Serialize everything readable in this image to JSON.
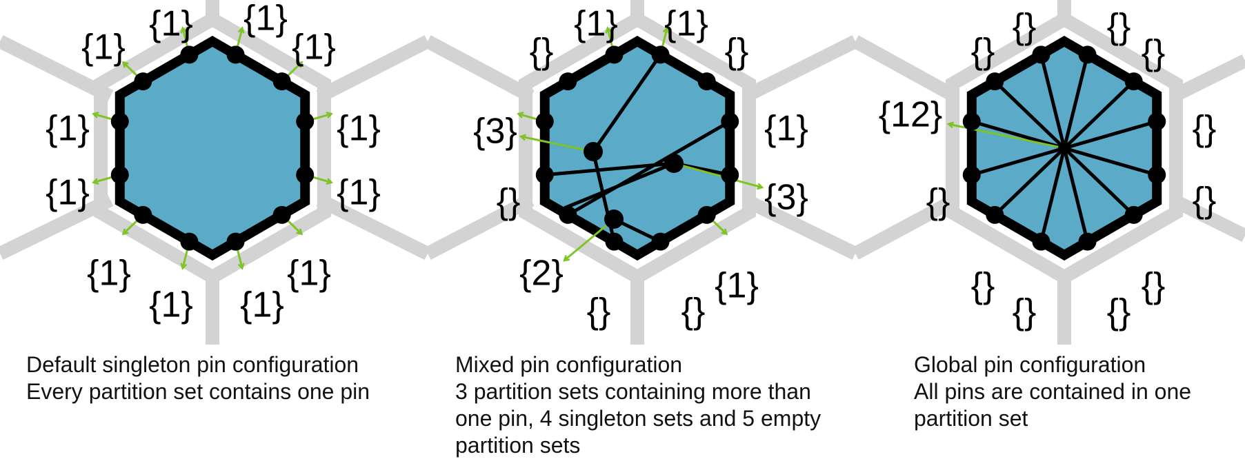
{
  "colors": {
    "hex_fill": "#5aaac8",
    "hex_outline": "#000000",
    "grid": "#d3d3d3",
    "arrow": "#7ec426",
    "pin": "#000000"
  },
  "panels": [
    {
      "caption_title": "Default singleton pin configuration",
      "caption_body": "Every partition set contains one pin",
      "labels": [
        "{1}",
        "{1}",
        "{1}",
        "{1}",
        "{1}",
        "{1}",
        "{1}",
        "{1}",
        "{1}",
        "{1}",
        "{1}",
        "{1}"
      ]
    },
    {
      "caption_title": "Mixed pin configuration",
      "caption_body": "3 partition sets containing more than one pin, 4 singleton sets and 5 empty partition sets",
      "labels": [
        "{}",
        "{1}",
        "{1}",
        "{}",
        "{3}",
        "{1}",
        "{3}",
        "{}",
        "{2}",
        "{}",
        "{}",
        "{1}"
      ]
    },
    {
      "caption_title": "Global pin configuration",
      "caption_body": "All pins are contained in one partition set",
      "labels": [
        "{}",
        "{}",
        "{}",
        "{}",
        "{12}",
        "{}",
        "{}",
        "{}",
        "{}",
        "{}",
        "{}",
        "{}"
      ]
    }
  ]
}
